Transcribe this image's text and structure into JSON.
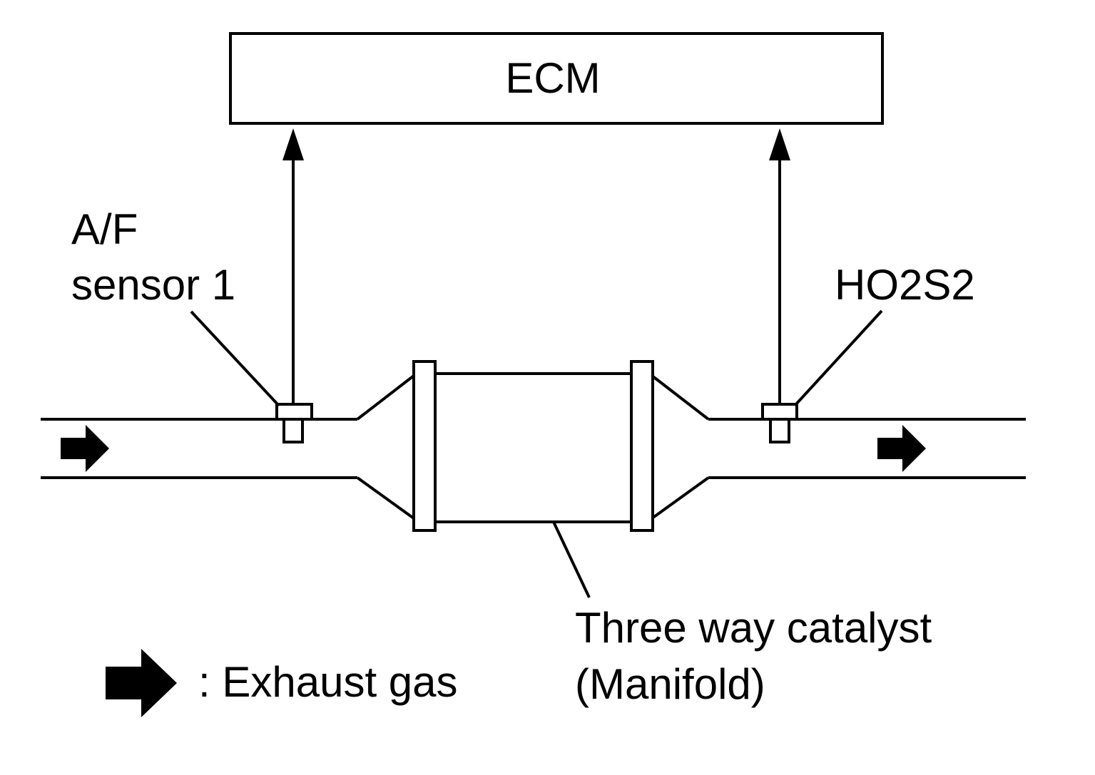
{
  "ecm": {
    "label": "ECM"
  },
  "af_sensor": {
    "label_line1": "A/F",
    "label_line2": "sensor 1"
  },
  "ho2s2": {
    "label": "HO2S2"
  },
  "catalyst": {
    "label_line1": "Three way catalyst",
    "label_line2": "(Manifold)"
  },
  "legend": {
    "label": ": Exhaust gas",
    "icon": "exhaust-flow-arrow-icon"
  },
  "colors": {
    "line": "#000000",
    "background": "#ffffff"
  }
}
